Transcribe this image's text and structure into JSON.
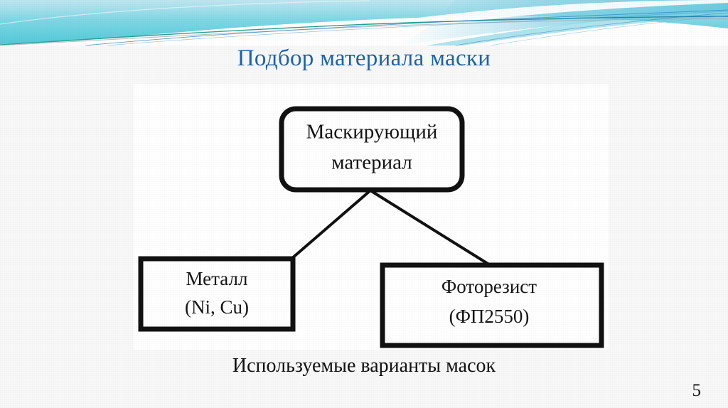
{
  "slide": {
    "title": "Подбор материала маски",
    "caption": "Используемые варианты масок",
    "number": "5",
    "title_color": "#1c63ab",
    "caption_color": "#111111",
    "background_color": "#f8f8f8"
  },
  "header_decoration": {
    "name": "waveform-header-graphic",
    "colors": {
      "cyan_light": "#a9e2ec",
      "cyan_mid": "#63cbdd",
      "cyan_deep": "#38bcd4",
      "blue_tint": "#8fd3e8",
      "teal_line": "#1b9e86",
      "blue_line": "#1f6fb5",
      "grey_line": "#9fa8ad",
      "white": "#ffffff"
    }
  },
  "diagram": {
    "name": "mask-material-tree",
    "nodes": [
      {
        "id": "root",
        "shape": "rounded-rectangle",
        "lines": [
          "Маскирующий",
          "материал"
        ]
      },
      {
        "id": "metal",
        "shape": "rectangle",
        "lines": [
          "Металл",
          "(Ni, Cu)"
        ]
      },
      {
        "id": "photoresist",
        "shape": "rectangle",
        "lines": [
          "Фоторезист",
          "(ФП2550)"
        ]
      }
    ],
    "edges": [
      {
        "from": "root",
        "to": "metal"
      },
      {
        "from": "root",
        "to": "photoresist"
      }
    ],
    "stroke_color": "#111111",
    "fill_color": "#ffffff"
  }
}
